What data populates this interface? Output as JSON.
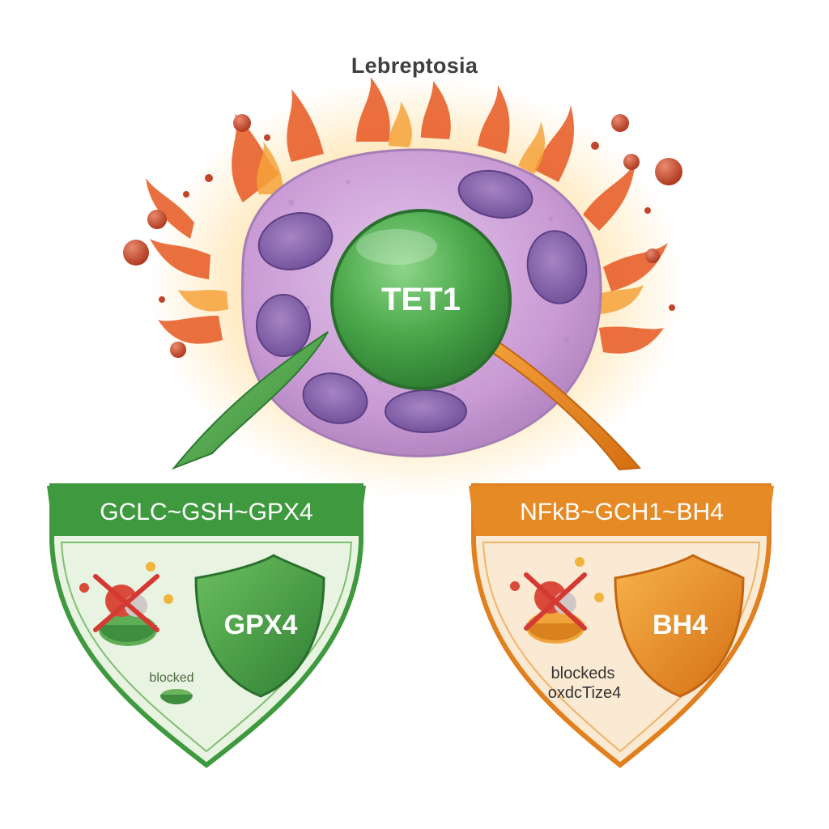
{
  "title": "Lebreptosia",
  "nucleus_label": "TET1",
  "left_panel": {
    "pathway": "GCLC~GSH~GPX4",
    "shield_label": "GPX4",
    "caption": "blocked"
  },
  "right_panel": {
    "pathway": "NFkB~GCH1~BH4",
    "shield_label": "BH4",
    "caption_line1": "blockeds",
    "caption_line2": "oxdcTize4"
  },
  "colors": {
    "green": "#3f9a3f",
    "green_light": "#e9f3e2",
    "orange": "#e58a25",
    "orange_light": "#fbead3",
    "cell": "#c99ad4",
    "flame": "#e8612c",
    "droplet": "#c0452b"
  }
}
